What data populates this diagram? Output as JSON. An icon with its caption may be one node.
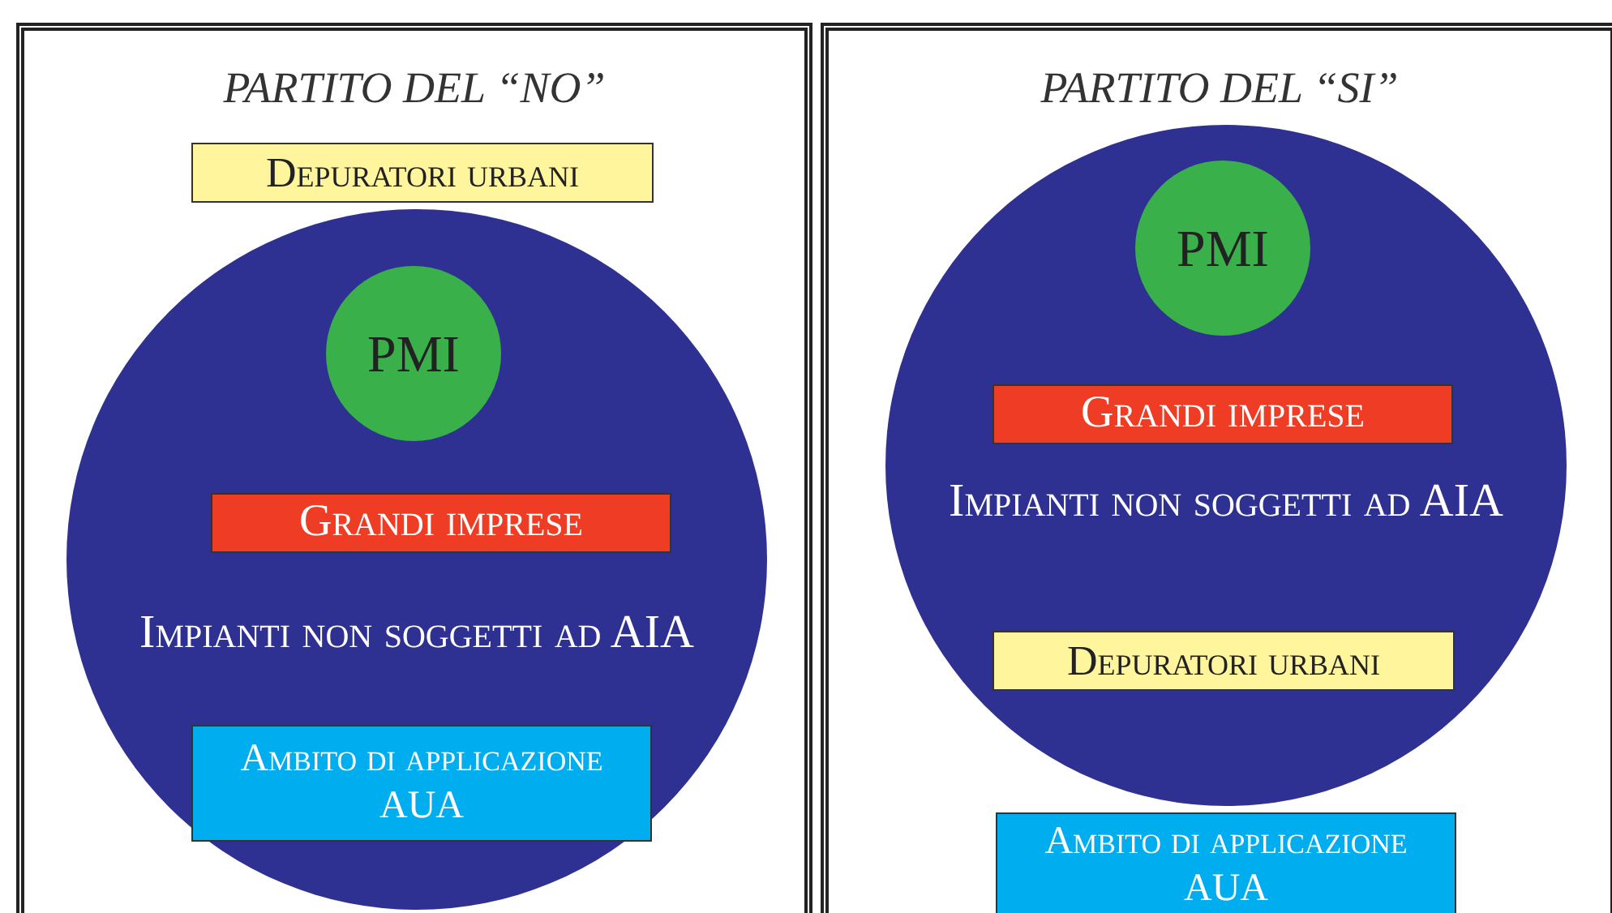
{
  "diagram": {
    "nodes": [
      {
        "text": [
          "PARTITO DEL “NO”"
        ]
      },
      {
        "text": [
          "Depuratori urbani"
        ],
        "in": 0
      },
      {
        "text": [
          "Impianti non soggetti ad AIA"
        ],
        "in": 0
      },
      {
        "text": [
          "PMI"
        ],
        "in": 2
      },
      {
        "text": [
          "Grandi imprese"
        ],
        "in": 2
      },
      {
        "text": [
          "Ambito di applicazione AUA"
        ],
        "in": 2
      },
      {
        "text": [
          "PARTITO DEL “SI”"
        ]
      },
      {
        "text": [
          "Impianti non soggetti ad AIA"
        ],
        "in": 6
      },
      {
        "text": [
          "PMI"
        ],
        "in": 7
      },
      {
        "text": [
          "Grandi imprese"
        ],
        "in": 7
      },
      {
        "text": [
          "Depuratori urbani"
        ],
        "in": 7
      },
      {
        "text": [
          "Ambito di applicazione AUA"
        ],
        "in": 6
      }
    ],
    "edges": []
  }
}
